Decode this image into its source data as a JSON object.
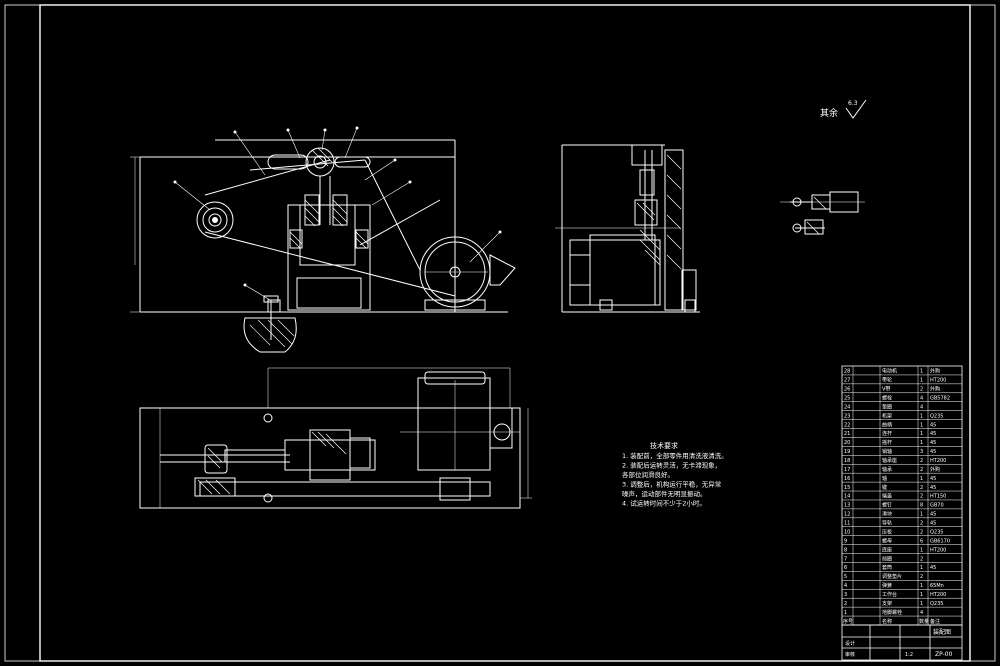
{
  "drawing": {
    "title": "",
    "roughness_note": {
      "label": "其余",
      "value": "6.3"
    },
    "tech_requirements": {
      "title": "技术要求",
      "lines": [
        "1. 装配前，全部零件用清洗液清洗。",
        "2. 装配后运转灵活，无卡滞现象，",
        "   各部位润滑良好。",
        "3. 调整后，机构运行平稳，无异常",
        "   噪声，运动部件无明显振动。",
        "4. 试运转时间不少于2小时。"
      ]
    },
    "bom_rows": [
      {
        "no": "28",
        "name": "电动机",
        "qty": "1",
        "note": "外购"
      },
      {
        "no": "27",
        "name": "带轮",
        "qty": "1",
        "note": "HT200"
      },
      {
        "no": "26",
        "name": "V带",
        "qty": "2",
        "note": "外购"
      },
      {
        "no": "25",
        "name": "螺栓",
        "qty": "4",
        "note": "GB5782"
      },
      {
        "no": "24",
        "name": "垫圈",
        "qty": "4",
        "note": ""
      },
      {
        "no": "23",
        "name": "机架",
        "qty": "1",
        "note": "Q235"
      },
      {
        "no": "22",
        "name": "曲柄",
        "qty": "1",
        "note": "45"
      },
      {
        "no": "21",
        "name": "连杆",
        "qty": "1",
        "note": "45"
      },
      {
        "no": "20",
        "name": "摇杆",
        "qty": "1",
        "note": "45"
      },
      {
        "no": "19",
        "name": "销轴",
        "qty": "3",
        "note": "45"
      },
      {
        "no": "18",
        "name": "轴承座",
        "qty": "2",
        "note": "HT200"
      },
      {
        "no": "17",
        "name": "轴承",
        "qty": "2",
        "note": "外购"
      },
      {
        "no": "16",
        "name": "轴",
        "qty": "1",
        "note": "45"
      },
      {
        "no": "15",
        "name": "键",
        "qty": "2",
        "note": "45"
      },
      {
        "no": "14",
        "name": "端盖",
        "qty": "2",
        "note": "HT150"
      },
      {
        "no": "13",
        "name": "螺钉",
        "qty": "8",
        "note": "GB70"
      },
      {
        "no": "12",
        "name": "滑块",
        "qty": "1",
        "note": "45"
      },
      {
        "no": "11",
        "name": "导轨",
        "qty": "2",
        "note": "45"
      },
      {
        "no": "10",
        "name": "压板",
        "qty": "2",
        "note": "Q235"
      },
      {
        "no": "9",
        "name": "螺母",
        "qty": "6",
        "note": "GB6170"
      },
      {
        "no": "8",
        "name": "底座",
        "qty": "1",
        "note": "HT200"
      },
      {
        "no": "7",
        "name": "挡圈",
        "qty": "2",
        "note": ""
      },
      {
        "no": "6",
        "name": "套筒",
        "qty": "1",
        "note": "45"
      },
      {
        "no": "5",
        "name": "调整垫片",
        "qty": "2",
        "note": ""
      },
      {
        "no": "4",
        "name": "弹簧",
        "qty": "1",
        "note": "65Mn"
      },
      {
        "no": "3",
        "name": "工作台",
        "qty": "1",
        "note": "HT200"
      },
      {
        "no": "2",
        "name": "支架",
        "qty": "1",
        "note": "Q235"
      },
      {
        "no": "1",
        "name": "地脚螺栓",
        "qty": "4",
        "note": ""
      }
    ],
    "bom_header": {
      "no": "序号",
      "name": "名称",
      "qty": "数量",
      "note": "备注"
    },
    "title_block": {
      "name": "装配图",
      "drawing_no": "ZP-00",
      "designer": "设计",
      "checker": "审核",
      "scale": "1:2"
    }
  },
  "colors": {
    "background": "#000000",
    "line": "#ffffff",
    "dim": "#d8d8d8"
  }
}
